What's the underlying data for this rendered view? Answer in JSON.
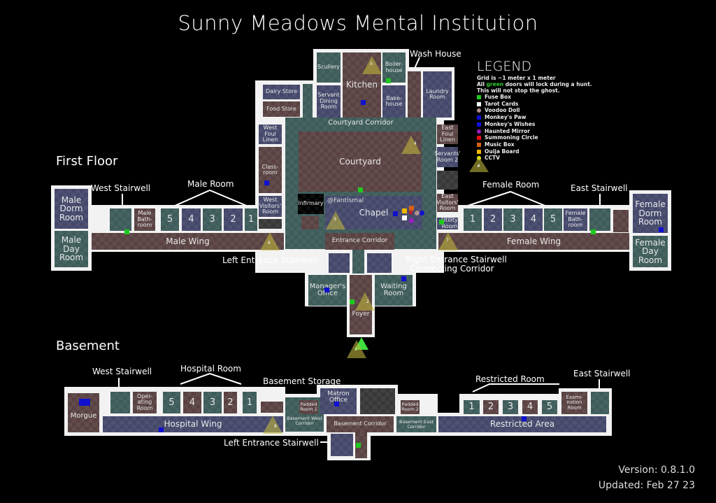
{
  "title": "Sunny Meadows Mental Institution",
  "sections": {
    "first": "First Floor",
    "basement": "Basement"
  },
  "legend": {
    "heading": "LEGEND",
    "line1": "Grid is ~1 meter x 1 meter",
    "line2_a": "All ",
    "line2_green": "green",
    "line2_b": " doors will lock during a hunt.",
    "line3": "This will not stop the ghost.",
    "items": [
      {
        "label": "Fuse Box",
        "color": "#1fc81f"
      },
      {
        "label": "Tarot Cards",
        "color": "#ffffff"
      },
      {
        "label": "Voodoo Doll",
        "color": "#b09090"
      },
      {
        "label": "Monkey's Paw",
        "color": "#1010d0"
      },
      {
        "label": "Monkey's Wishes",
        "color": "#1010e0"
      },
      {
        "label": "Haunted Mirror",
        "color": "#9b1fc0"
      },
      {
        "label": "Summoning Circle",
        "color": "#e01010"
      },
      {
        "label": "Music Box",
        "color": "#d86010"
      },
      {
        "label": "Ouija Board",
        "color": "#f0b800"
      },
      {
        "label": "CCTV",
        "color": "#f0f000"
      }
    ],
    "cctv_marker": "#"
  },
  "credit": "@Fantismal",
  "first": {
    "male_dorm": "Male Dorm Room",
    "male_day": "Male Day Room",
    "west_stair": "West Stairwell",
    "male_room": "Male Room",
    "male_bath": "Male Bath-room",
    "male_wing": "Male Wing",
    "rooms_l": [
      "5",
      "4",
      "3",
      "2",
      "1"
    ],
    "rooms_r": [
      "1",
      "2",
      "3",
      "4",
      "5"
    ],
    "scullery": "Scullery",
    "kitchen": "Kitchen",
    "boiler": "Boiler-house",
    "servant_dining": "Servant Dining Room",
    "bakehouse": "Bake-house",
    "wash_house": "Wash House",
    "laundry": "Laundry Room",
    "dairy": "Dairy Store",
    "food": "Food Store",
    "courtyard_corridor": "Courtyard Corridor",
    "courtyard": "Courtyard",
    "west_foul": "West Foul Linen",
    "classroom": "Class-room",
    "west_visitors": "West Visitors' Room",
    "infirmary": "Infirmary",
    "chapel": "Chapel",
    "east_foul": "East Foul Linen",
    "servants2": "Servants' Room 2",
    "east_visitors": "East Visitors' Room",
    "utility": "Utility Room",
    "entrance_corridor": "Entrance Corridor",
    "female_room": "Female Room",
    "female_bath": "Female Bath-room",
    "east_stair": "East Stairwell",
    "female_wing": "Female Wing",
    "female_dorm": "Female Dorm Room",
    "female_day": "Female Day Room",
    "left_entrance": "Left Entrance Stairwell",
    "right_entrance": "Right Entrance Stairwell",
    "connecting": "Connecting Corridor",
    "manager": "Manager's Office",
    "waiting": "Waiting Room",
    "foyer": "Foyer"
  },
  "basement": {
    "morgue": "Morgue",
    "west_stair": "West Stairwell",
    "hospital_room": "Hospital Room",
    "operating": "Oper-ating Room",
    "storage": "Basement Storage",
    "hospital_wing": "Hospital Wing",
    "rooms_l": [
      "5",
      "4",
      "3",
      "2",
      "1"
    ],
    "rooms_r": [
      "1",
      "2",
      "3",
      "4",
      "5"
    ],
    "west_corridor": "Basement West Corridor",
    "padded1": "Padded Room 1",
    "matron": "Matron Office",
    "padded2": "Padded Room 2",
    "corridor": "Basement Corridor",
    "east_corridor": "Basement East Corridor",
    "left_entrance": "Left Entrance Stairwell",
    "restricted_room": "Restricted Room",
    "restricted_area": "Restricted Area",
    "examination": "Exami-nation Room",
    "east_stair": "East Stairwell"
  },
  "cctv": [
    "1",
    "2",
    "3",
    "4",
    "5",
    "6",
    "7",
    "8"
  ],
  "version": "Version: 0.8.1.0",
  "updated": "Updated: Feb 27 23"
}
